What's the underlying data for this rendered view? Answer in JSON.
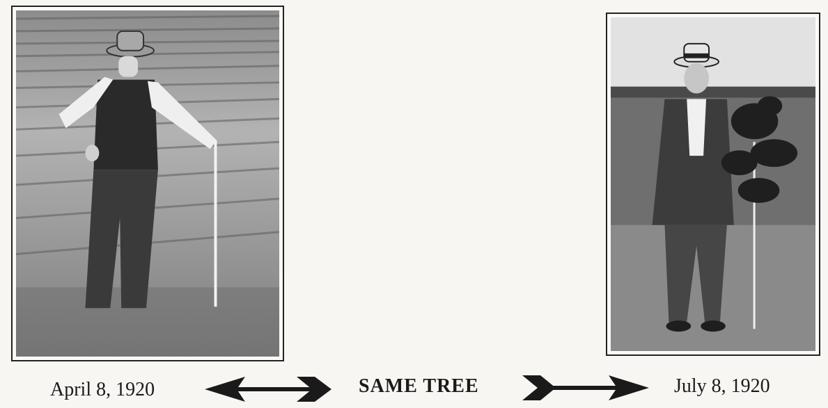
{
  "captions": {
    "left_date": "April 8, 1920",
    "center_label": "SAME TREE",
    "right_date": "July 8, 1920"
  },
  "colors": {
    "ink": "#1a1a1a",
    "paper": "#f7f6f3"
  },
  "icons": {
    "left_arrow": "arrow-left-icon",
    "right_arrow": "arrow-right-icon"
  }
}
